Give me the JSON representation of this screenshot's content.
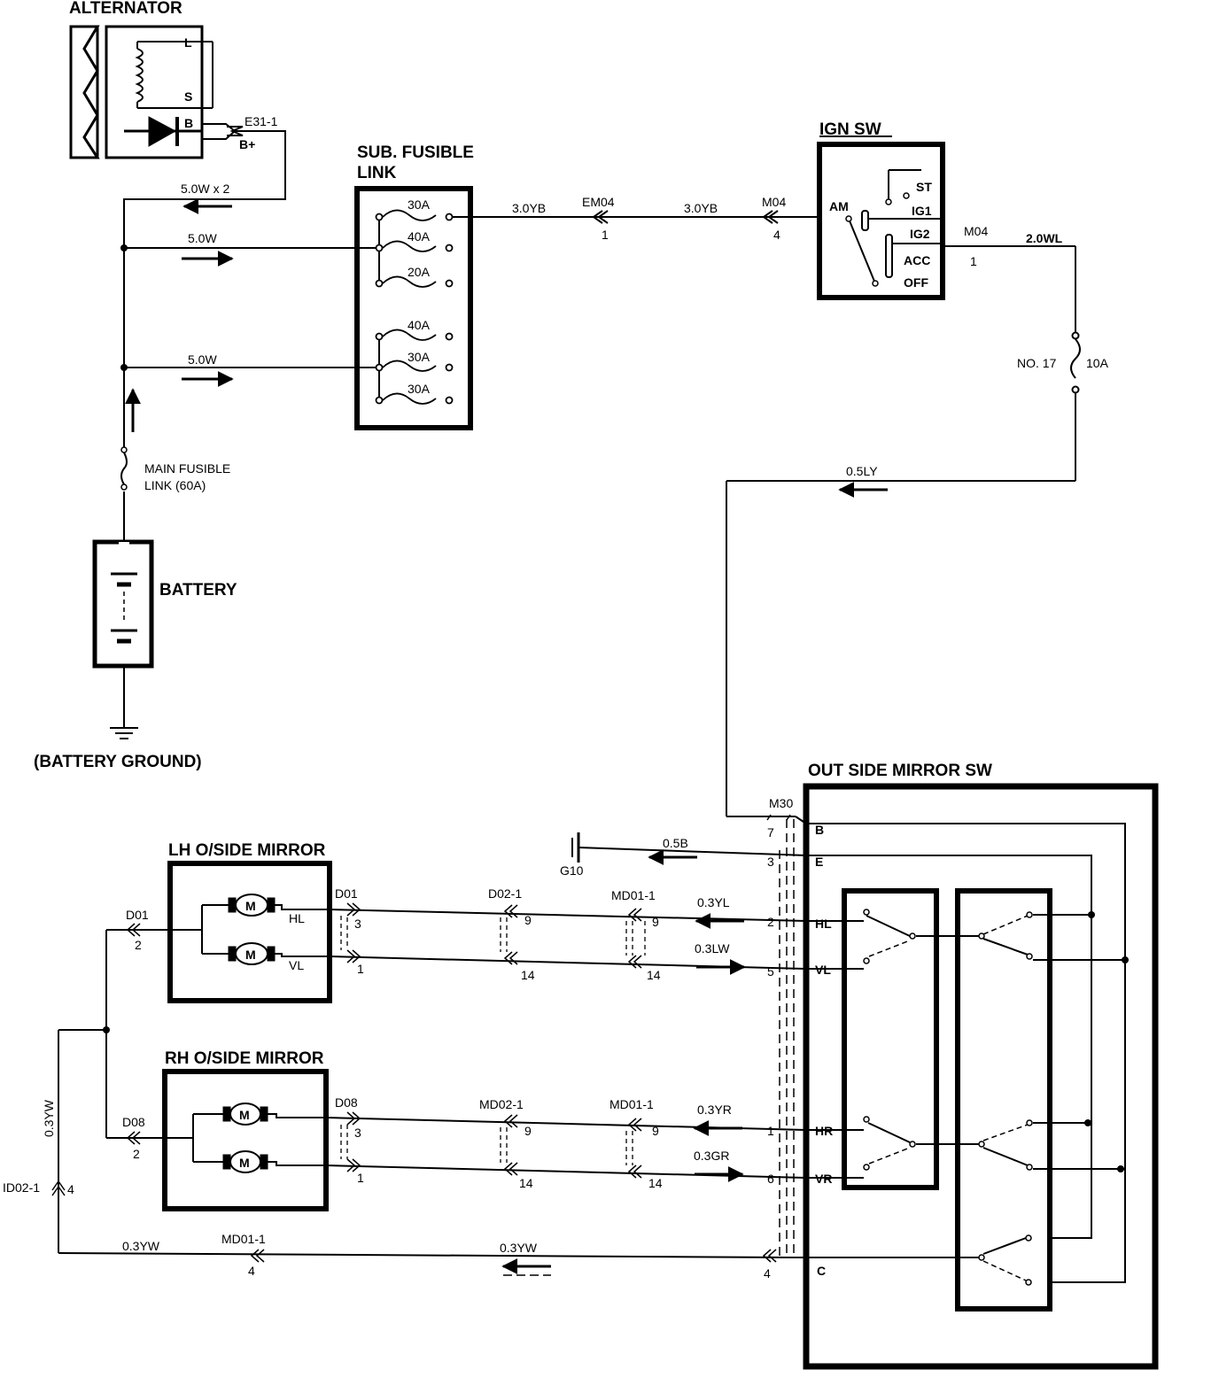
{
  "components": {
    "alternator": {
      "title": "ALTERNATOR",
      "pin_l": "L",
      "pin_s": "S",
      "pin_b": "B",
      "connector": "E31-1",
      "terminal": "B+"
    },
    "sub_fusible_link": {
      "title_line1": "SUB. FUSIBLE",
      "title_line2": "LINK",
      "fuses": [
        "30A",
        "40A",
        "20A",
        "40A",
        "30A",
        "30A"
      ]
    },
    "ign_sw": {
      "title": "IGN SW",
      "am": "AM",
      "positions": [
        "ST",
        "IG1",
        "IG2",
        "ACC",
        "OFF"
      ]
    },
    "fuse_no17": {
      "name": "NO. 17",
      "rating": "10A"
    },
    "main_fusible_link": {
      "line1": "MAIN FUSIBLE",
      "line2": "LINK (60A)"
    },
    "battery": {
      "title": "BATTERY",
      "ground": "(BATTERY GROUND)"
    },
    "outside_mirror_sw": {
      "title": "OUT SIDE MIRROR SW",
      "connector": "M30",
      "terminals": [
        "B",
        "E",
        "HL",
        "VL",
        "HR",
        "VR",
        "C"
      ],
      "pins": [
        "7",
        "3",
        "2",
        "5",
        "1",
        "6",
        "4"
      ]
    },
    "lh_mirror": {
      "title": "LH O/SIDE MIRROR",
      "motor": "M",
      "hl": "HL",
      "vl": "VL"
    },
    "rh_mirror": {
      "title": "RH O/SIDE MIRROR",
      "motor": "M"
    },
    "ground_g10": {
      "name": "G10"
    }
  },
  "wires": {
    "alt_out": "5.0W x 2",
    "feed_upper": "5.0W",
    "feed_lower": "5.0W",
    "link_to_em04": "3.0YB",
    "em04_to_ign": "3.0YB",
    "ign_out": "2.0WL",
    "fuse_out": "0.5LY",
    "ground": "0.5B",
    "hl": "0.3YL",
    "vl": "0.3LW",
    "hr": "0.3YR",
    "vr": "0.3GR",
    "common_left": "0.3YW",
    "common_bottom": "0.3YW",
    "common_mid": "0.3YW"
  },
  "connectors": {
    "em04": {
      "name": "EM04",
      "pin": "1"
    },
    "m04_in": {
      "name": "M04",
      "pin": "4"
    },
    "m04_out": {
      "name": "M04",
      "pin": "1"
    },
    "d01_mirror": {
      "name": "D01",
      "pins": [
        "3",
        "1"
      ]
    },
    "d02_1": {
      "name": "D02-1",
      "pins": [
        "9",
        "14"
      ]
    },
    "md01_1_upper": {
      "name": "MD01-1",
      "pins": [
        "9",
        "14"
      ]
    },
    "d08_mirror": {
      "name": "D08",
      "pins": [
        "3",
        "1"
      ]
    },
    "md02_1": {
      "name": "MD02-1",
      "pins": [
        "9",
        "14"
      ]
    },
    "md01_1_lower": {
      "name": "MD01-1",
      "pins": [
        "9",
        "14"
      ]
    },
    "d01_left": {
      "name": "D01",
      "pin": "2"
    },
    "d08_left": {
      "name": "D08",
      "pin": "2"
    },
    "id02_1": {
      "name": "ID02-1",
      "pin": "4"
    },
    "md01_1_bottom": {
      "name": "MD01-1",
      "pin": "4"
    }
  }
}
